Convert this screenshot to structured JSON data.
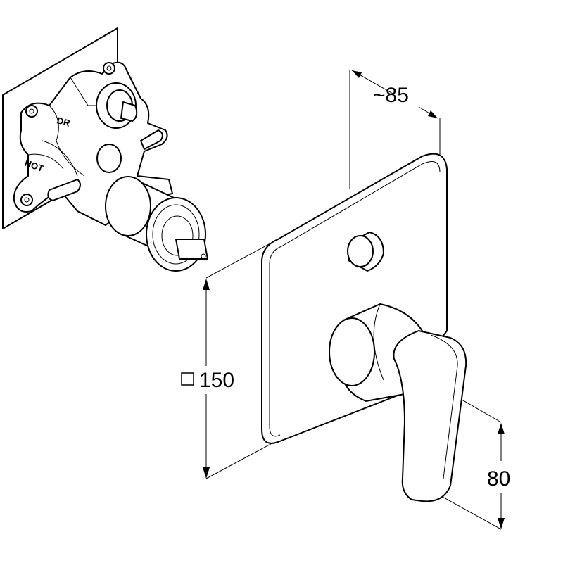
{
  "dimensions": {
    "depth": "~85",
    "plate_size": "150",
    "plate_square_symbol": "□",
    "handle_height": "80"
  },
  "valve_labels": {
    "top_port": "DR",
    "side_port": "HOT"
  }
}
